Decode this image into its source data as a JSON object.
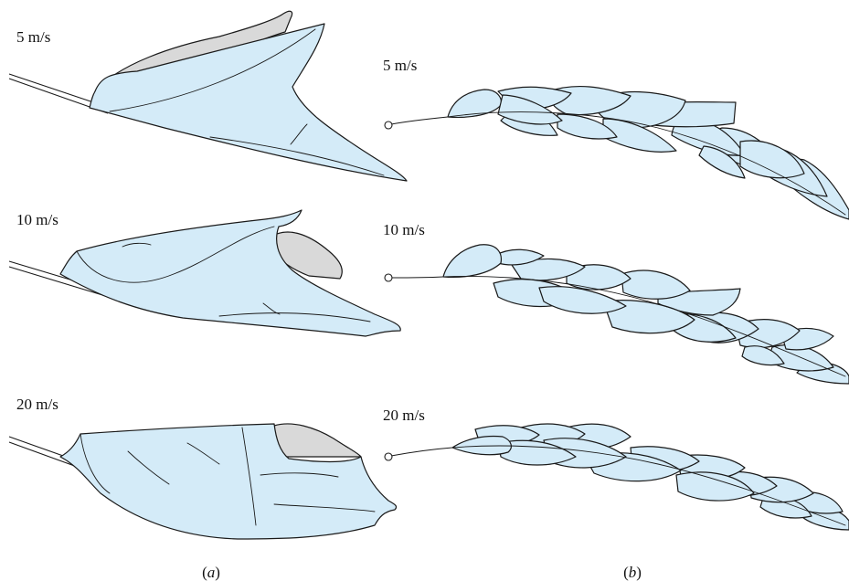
{
  "panel_a": {
    "caption_letter": "a",
    "rows": [
      {
        "speed_label": "5 m/s"
      },
      {
        "speed_label": "10 m/s"
      },
      {
        "speed_label": "20 m/s"
      }
    ]
  },
  "panel_b": {
    "caption_letter": "b",
    "rows": [
      {
        "speed_label": "5 m/s"
      },
      {
        "speed_label": "10 m/s"
      },
      {
        "speed_label": "20 m/s"
      }
    ]
  },
  "colors": {
    "leaf_fill": "#d4ebf8",
    "leaf_underside": "#d9d9d9",
    "outline": "#1a1a1a"
  }
}
